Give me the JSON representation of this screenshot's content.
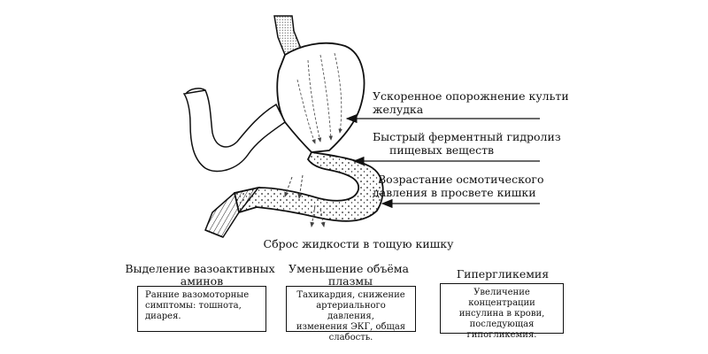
{
  "annotations": {
    "emptying": [
      "Ускоренное опорожнение культи",
      "желудка"
    ],
    "hydrolysis": [
      "Быстрый ферментный гидролиз",
      "пищевых веществ"
    ],
    "osmotic": [
      "Возрастание осмотического",
      "давления в просвете кишки"
    ],
    "fluid": "Сброс жидкости в тощую кишку"
  },
  "consequences": [
    {
      "heading": [
        "Выделение вазоактивных",
        "аминов"
      ],
      "box": [
        "Ранние вазомоторные",
        "симптомы: тошнота, диарея."
      ]
    },
    {
      "heading": [
        "Уменьшение объёма",
        "плазмы"
      ],
      "box": [
        "Тахикардия, снижение",
        "артериального давления,",
        "изменения ЭКГ, общая",
        "слабость."
      ]
    },
    {
      "heading": [
        "Гипергликемия"
      ],
      "box": [
        "Увеличение концентрации",
        "инсулина в крови,",
        "последующая",
        "гипогликемия."
      ]
    }
  ]
}
